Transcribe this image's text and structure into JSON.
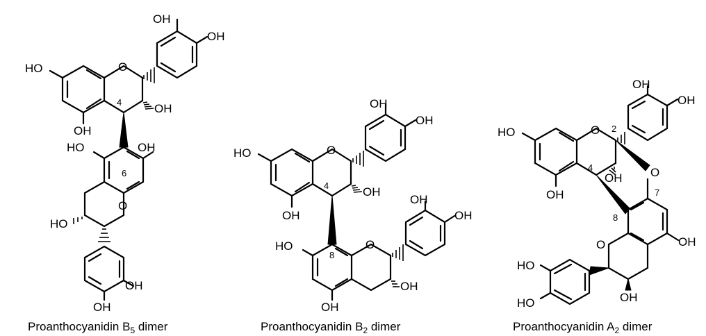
{
  "structures": [
    {
      "id": "b5",
      "caption": {
        "prefix": "Proanthocyanidin B",
        "sub": "5",
        "suffix": " dimer"
      },
      "numbers": [
        "4",
        "6"
      ],
      "labels": {
        "oh": "OH",
        "ho": "HO",
        "o": "O"
      }
    },
    {
      "id": "b2",
      "caption": {
        "prefix": "Proanthocyanidin B",
        "sub": "2",
        "suffix": " dimer"
      },
      "numbers": [
        "4",
        "8"
      ],
      "labels": {
        "oh": "OH",
        "ho": "HO",
        "o": "O"
      }
    },
    {
      "id": "a2",
      "caption": {
        "prefix": "Proanthocyanidin A",
        "sub": "2",
        "suffix": " dimer"
      },
      "numbers": [
        "2",
        "4",
        "7",
        "8"
      ],
      "labels": {
        "oh": "OH",
        "ho": "HO",
        "o": "O"
      }
    }
  ]
}
